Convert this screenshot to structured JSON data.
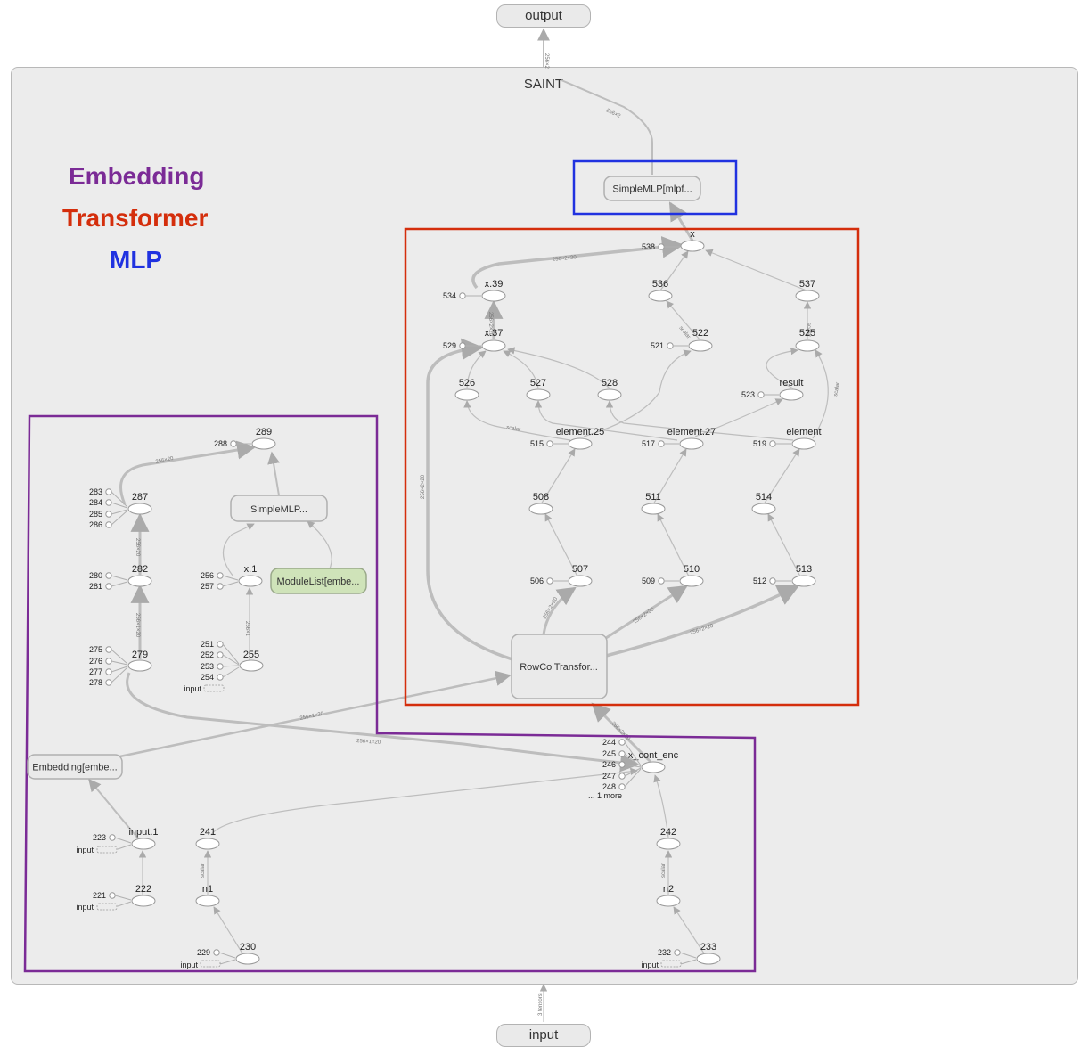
{
  "io": {
    "output": "output",
    "input": "input"
  },
  "graph_title": "SAINT",
  "legend": {
    "embedding": "Embedding",
    "transformer": "Transformer",
    "mlp": "MLP"
  },
  "colors": {
    "embedding": "#7b2b96",
    "transformer": "#d42e0c",
    "mlp": "#2032e0",
    "edge": "#bdbdbd",
    "module_green": "#cfe3b9"
  },
  "modules": {
    "simple_mlp_top": "SimpleMLP[mlpf...",
    "simple_mlp_left": "SimpleMLP...",
    "module_list": "ModuleList[embe...",
    "row_col": "RowColTransfor...",
    "embedding": "Embedding[embe..."
  },
  "nodes": {
    "x": "x",
    "x39": "x.39",
    "x37": "x.37",
    "n536": "536",
    "n537": "537",
    "n522": "522",
    "n525": "525",
    "n526": "526",
    "n527": "527",
    "n528": "528",
    "result": "result",
    "element25": "element.25",
    "element27": "element.27",
    "element": "element",
    "n508": "508",
    "n511": "511",
    "n514": "514",
    "n507": "507",
    "n510": "510",
    "n513": "513",
    "n289": "289",
    "n287": "287",
    "n282": "282",
    "n279": "279",
    "x1": "x.1",
    "n255": "255",
    "x_cont_enc": "x_cont_enc",
    "input1": "input.1",
    "n222": "222",
    "n241": "241",
    "n1": "n1",
    "n230": "230",
    "n242": "242",
    "n2": "n2",
    "n233": "233"
  },
  "ports": {
    "p538": "538",
    "p534": "534",
    "p529": "529",
    "p521": "521",
    "p523": "523",
    "p515": "515",
    "p517": "517",
    "p519": "519",
    "p506": "506",
    "p509": "509",
    "p512": "512",
    "p288": "288",
    "p283": "283",
    "p284": "284",
    "p285": "285",
    "p286": "286",
    "p280": "280",
    "p281": "281",
    "p275": "275",
    "p276": "276",
    "p277": "277",
    "p278": "278",
    "p256": "256",
    "p257": "257",
    "p251": "251",
    "p252": "252",
    "p253": "253",
    "p254": "254",
    "p244": "244",
    "p245": "245",
    "p246": "246",
    "p247": "247",
    "p248": "248",
    "more": "... 1 more",
    "p223": "223",
    "p221": "221",
    "p229": "229",
    "p232": "232"
  },
  "input_ports": {
    "label": "input"
  },
  "edge_labels": {
    "e_out": "256×2",
    "e_out2": "256×2",
    "e_x39_x": "256×2×20",
    "e_x37_x39": "256×2×20",
    "e_rc_x37": "256×2×20",
    "e_rc_507": "256×2×20",
    "e_rc_510": "256×2×20",
    "e_rc_513": "256×2×20",
    "e_287_289": "256×20",
    "e_282_287": "256×20",
    "e_279_282": "256×1×20",
    "e_255_x1": "256×1",
    "e_emb_rc": "256×1×20",
    "e_279_enc": "256×1×20",
    "e_enc_rc": "256×2×20",
    "scalar": "scalar",
    "e_in": "3 tensors"
  }
}
